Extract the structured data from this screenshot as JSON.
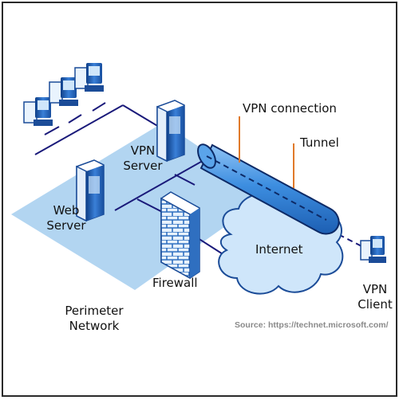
{
  "labels": {
    "vpn_connection": "VPN connection",
    "tunnel": "Tunnel",
    "vpn_server": [
      "VPN",
      "Server"
    ],
    "web_server": [
      "Web",
      "Server"
    ],
    "internet": "Internet",
    "firewall": "Firewall",
    "perimeter_network": [
      "Perimeter",
      "Network"
    ],
    "vpn_client": [
      "VPN",
      "Client"
    ]
  },
  "source": "Source: https://technet.microsoft.com/",
  "colors": {
    "network_line": "#1a1a7a",
    "perimeter_fill": "#aad0f0",
    "tunnel_fill": "#3d8ee0",
    "tunnel_edge": "#0d2a66",
    "callout": "#e07a2a",
    "cloud_fill": "#cfe6fa",
    "firewall_brick": "#2f6fc0"
  },
  "icons": [
    "workstation-icon",
    "server-icon",
    "firewall-icon",
    "cloud-icon",
    "tunnel-icon"
  ]
}
